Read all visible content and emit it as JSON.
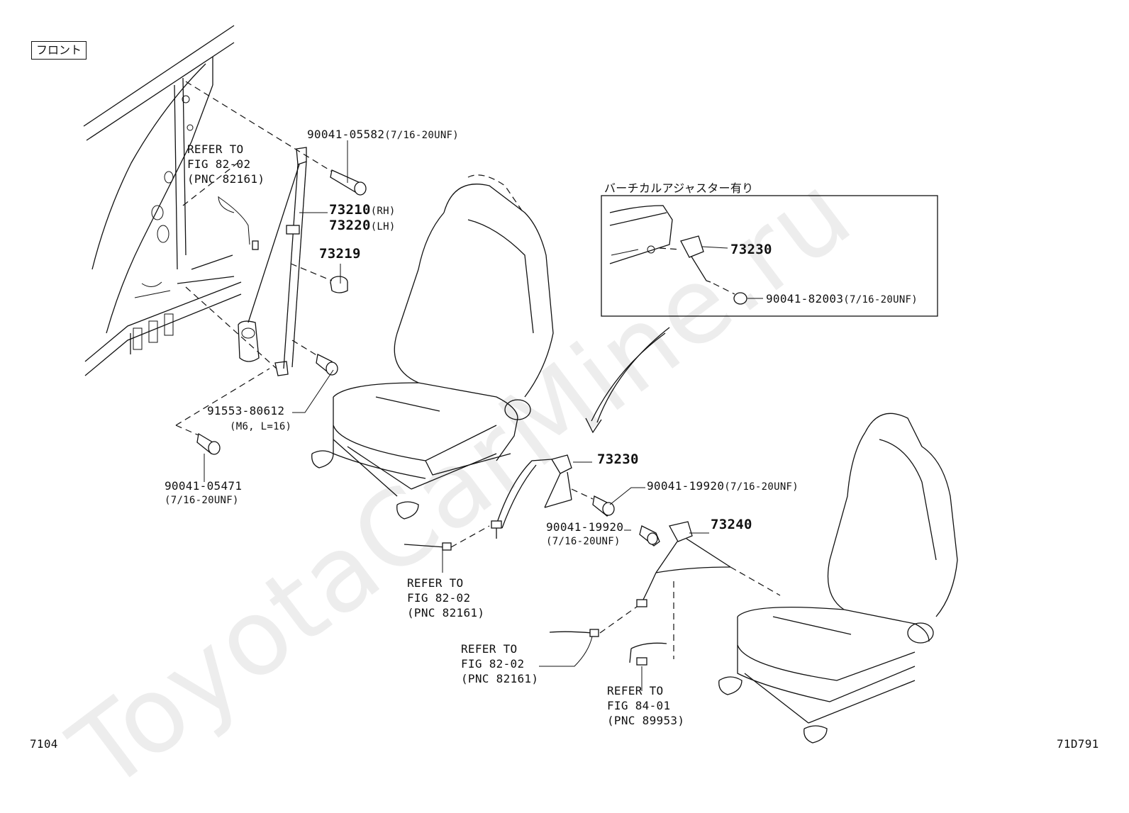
{
  "front_label": "フロント",
  "variant_label": "バーチカルアジャスター有り",
  "watermark": "ToyotaCarMine.ru",
  "footer": {
    "left_code": "7104",
    "right_code": "71D791"
  },
  "colors": {
    "line": "#111111",
    "background": "#ffffff"
  },
  "parts": {
    "bolt_05582": {
      "number": "90041-05582",
      "spec": "(7/16-20UNF)"
    },
    "belt_rh": {
      "number": "73210",
      "side": "(RH)"
    },
    "belt_lh": {
      "number": "73220",
      "side": "(LH)"
    },
    "cover_73219": "73219",
    "bolt_80612": {
      "number": "91553-80612",
      "spec": "(M6, L=16)"
    },
    "bolt_05471": {
      "number": "90041-05471",
      "spec": "(7/16-20UNF)"
    },
    "buckle_73230_box": "73230",
    "nut_82003": {
      "number": "90041-82003",
      "spec": "(7/16-20UNF)"
    },
    "buckle_73230": "73230",
    "bolt_19920_a": {
      "number": "90041-19920",
      "spec": "(7/16-20UNF)"
    },
    "bolt_19920_b": {
      "number": "90041-19920",
      "spec": "(7/16-20UNF)"
    },
    "buckle_73240": "73240"
  },
  "references": {
    "pillar_ref": "REFER TO\nFIG 82-02\n(PNC 82161)",
    "center_ref": "REFER TO\nFIG 82-02\n(PNC 82161)",
    "lower_ref": "REFER TO\nFIG 82-02\n(PNC 82161)",
    "fig84_ref": "REFER TO\nFIG 84-01\n(PNC 89953)"
  }
}
